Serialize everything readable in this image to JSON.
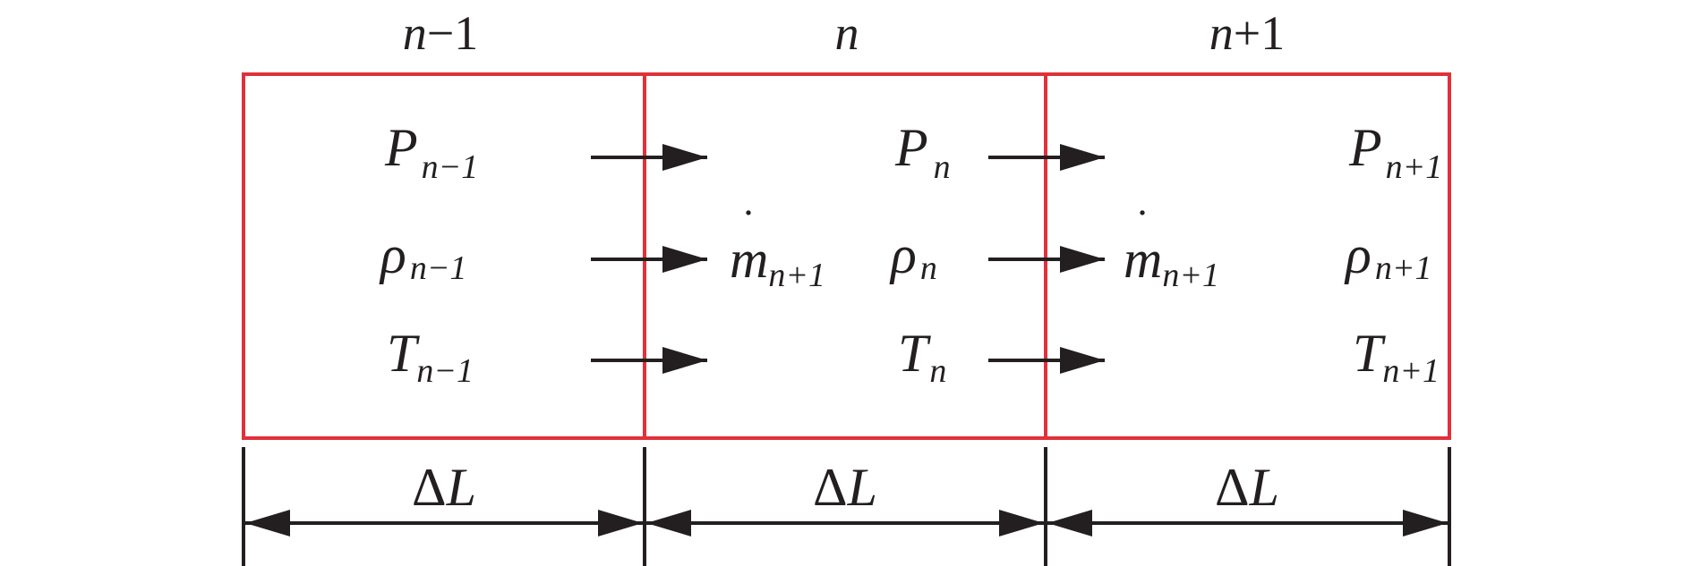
{
  "cells": [
    {
      "index_var": "n",
      "index_op": "−",
      "index_num": "1",
      "P": {
        "sym": "P",
        "sub": "n−1"
      },
      "rho": {
        "sym": "ρ",
        "sub": "n−1"
      },
      "T": {
        "sym": "T",
        "sub": "n−1"
      }
    },
    {
      "index_var": "n",
      "index_op": "",
      "index_num": "",
      "P": {
        "sym": "P",
        "sub": "n"
      },
      "rho": {
        "sym": "ρ",
        "sub": "n"
      },
      "T": {
        "sym": "T",
        "sub": "n"
      }
    },
    {
      "index_var": "n",
      "index_op": "+",
      "index_num": "1",
      "P": {
        "sym": "P",
        "sub": "n+1"
      },
      "rho": {
        "sym": "ρ",
        "sub": "n+1"
      },
      "T": {
        "sym": "T",
        "sub": "n+1"
      }
    }
  ],
  "flows": [
    {
      "sym": "m",
      "dot": "˙",
      "sub": "n+1"
    },
    {
      "sym": "m",
      "dot": "˙",
      "sub": "n+1"
    }
  ],
  "length_label": {
    "delta": "Δ",
    "sym": "L"
  },
  "colors": {
    "box": "#e0313a",
    "ink": "#231f20"
  }
}
